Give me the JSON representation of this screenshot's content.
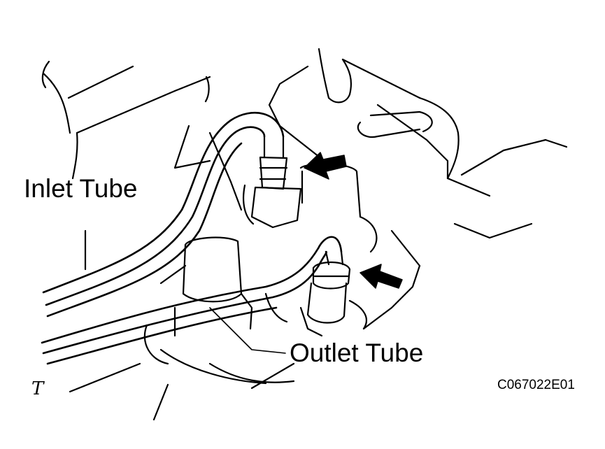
{
  "labels": {
    "inlet_tube": "Inlet Tube",
    "outlet_tube": "Outlet Tube"
  },
  "figure_code": "C067022E01",
  "corner_mark": "T"
}
